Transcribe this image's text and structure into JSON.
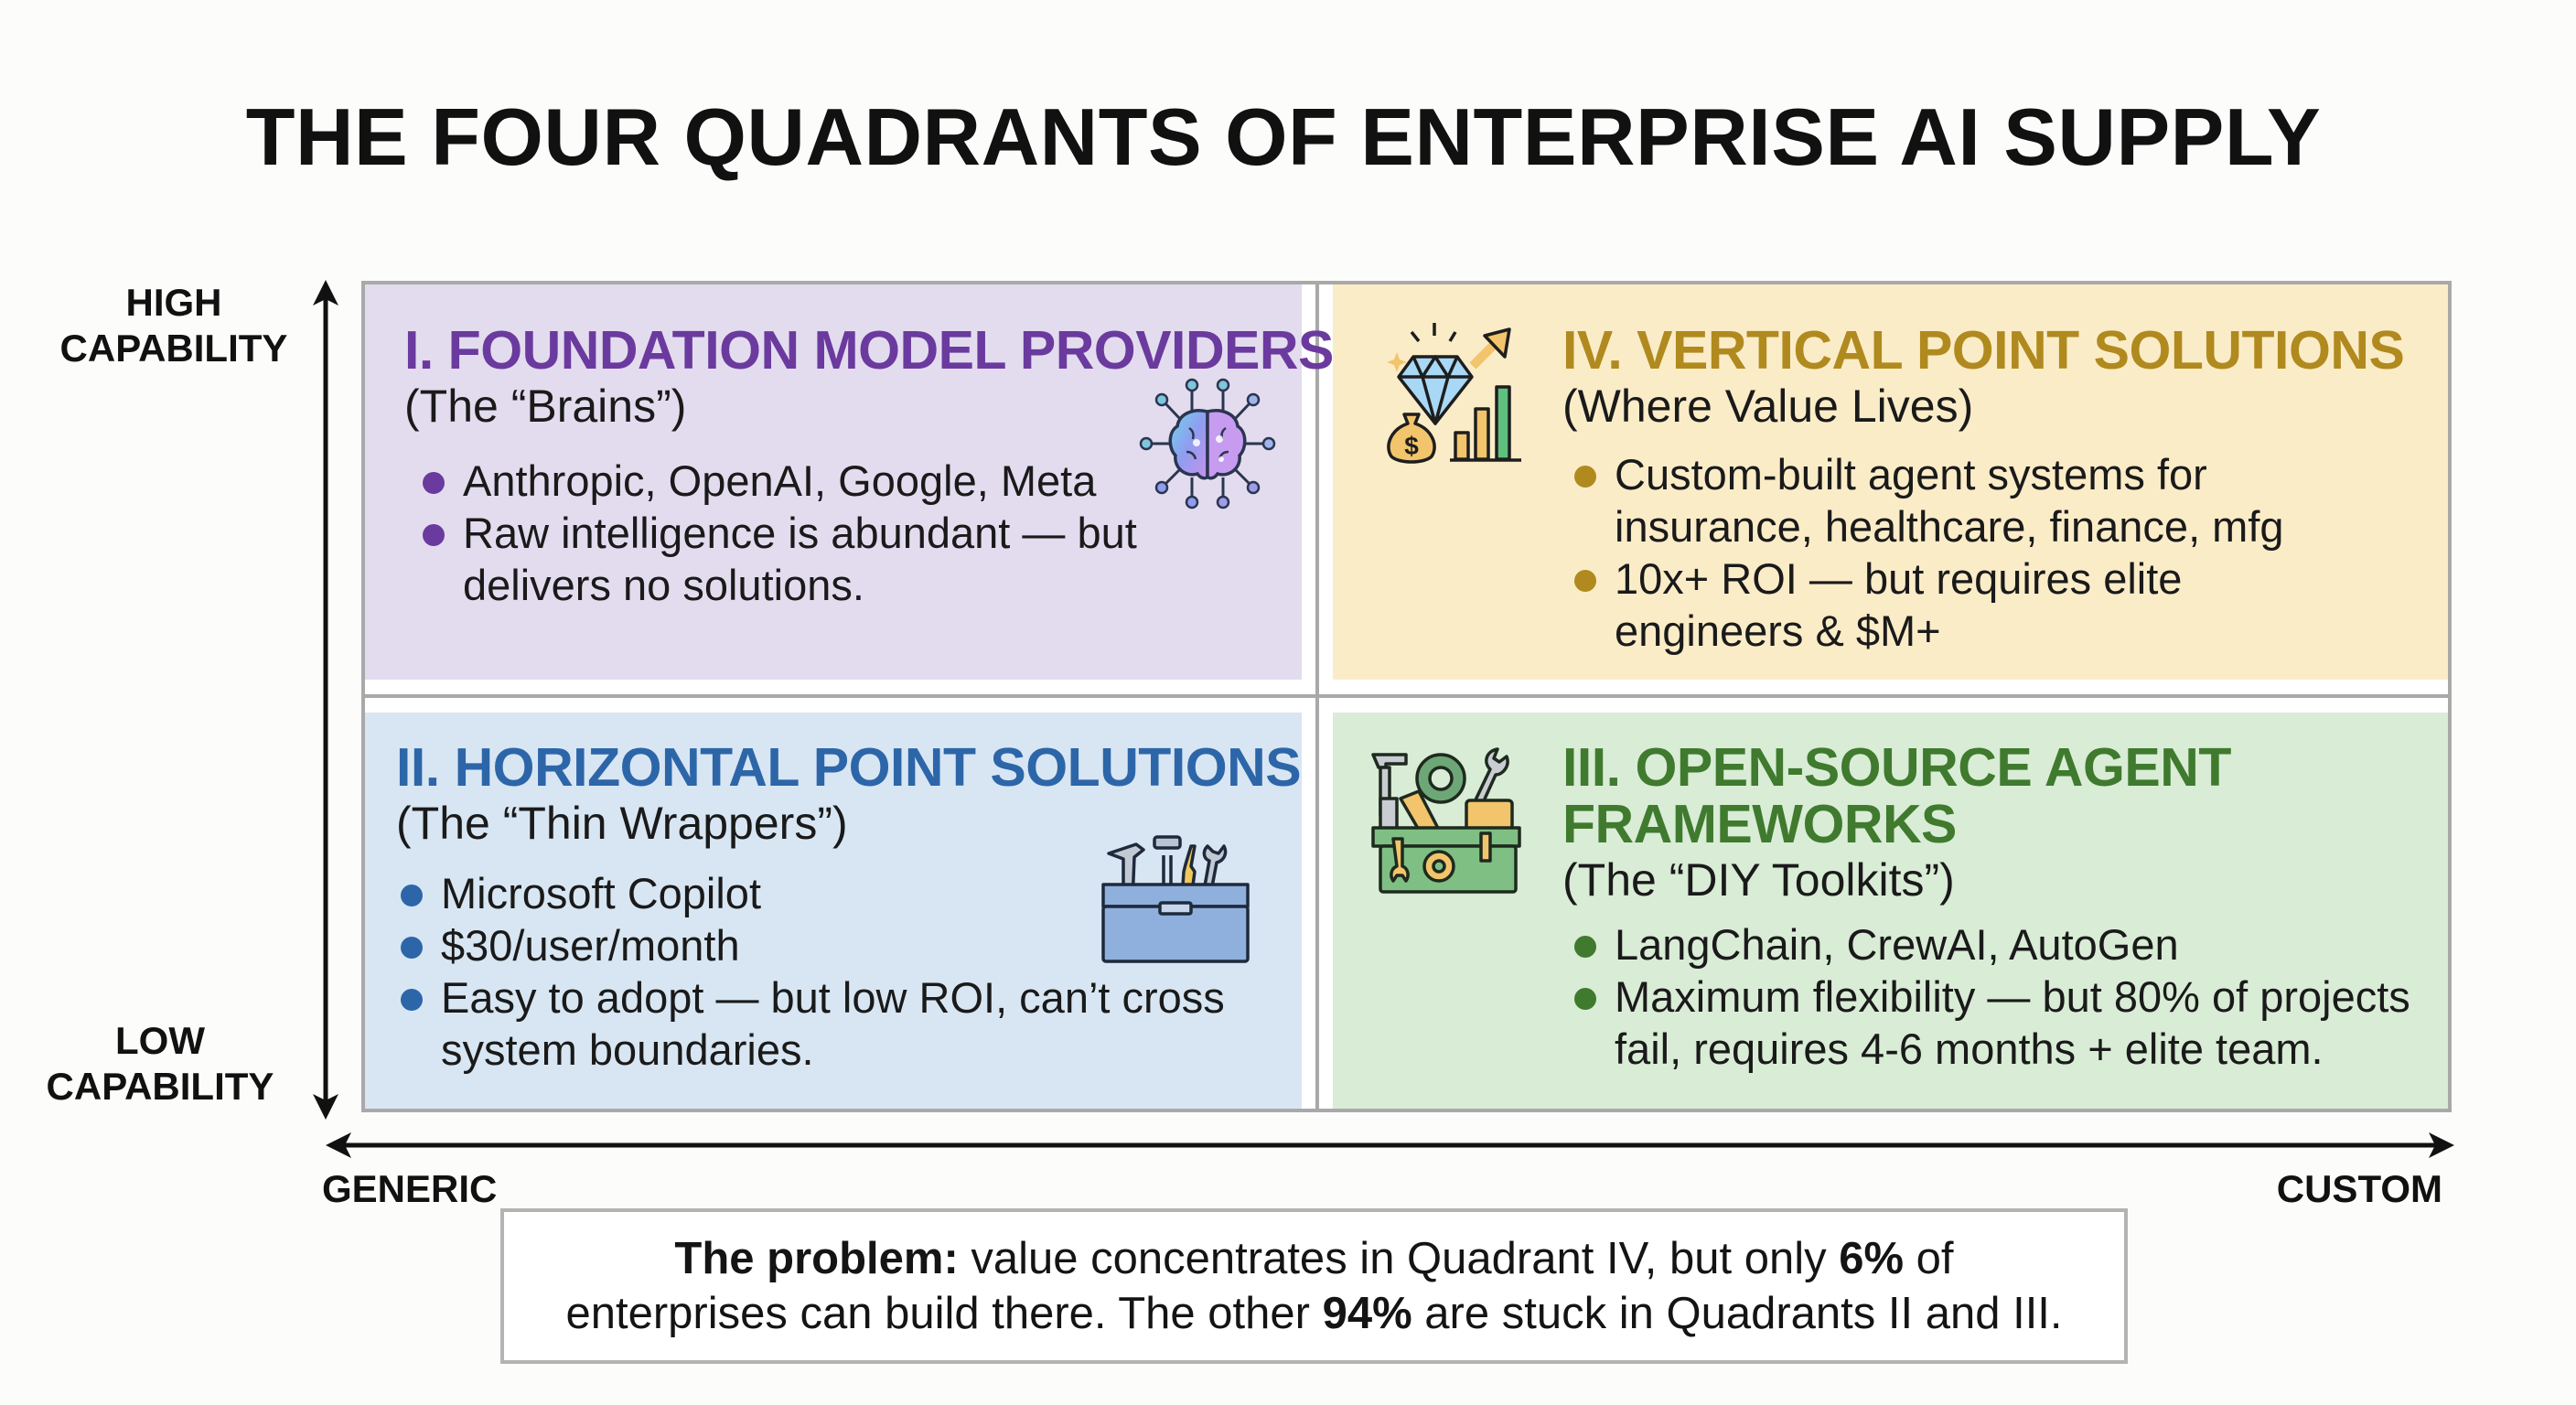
{
  "title": "THE FOUR QUADRANTS OF ENTERPRISE AI SUPPLY",
  "axes": {
    "y_top_label": [
      "HIGH",
      "CAPABILITY"
    ],
    "y_bottom_label": [
      "LOW",
      "CAPABILITY"
    ],
    "x_left_label": "GENERIC",
    "x_right_label": "CUSTOM"
  },
  "colors": {
    "q1_bg": "#e3dcef",
    "q1_accent": "#6b3a9e",
    "q2_bg": "#d8e6f3",
    "q2_accent": "#2d66a8",
    "q3_bg": "#d9ecd6",
    "q3_accent": "#3f7a2e",
    "q4_bg": "#fbecc8",
    "q4_accent": "#b08a1e"
  },
  "quadrants": {
    "q1": {
      "heading": "I. FOUNDATION MODEL PROVIDERS",
      "subtitle": "(The “Brains”)",
      "icon": "brain-network-icon",
      "bullets": [
        [
          "Anthropic, OpenAI, Google, Meta"
        ],
        [
          "Raw intelligence is abundant — but",
          "delivers no solutions."
        ]
      ]
    },
    "q4": {
      "heading": "IV. VERTICAL POINT SOLUTIONS",
      "subtitle": "(Where Value Lives)",
      "icon": "diamond-growth-icon",
      "bullets": [
        [
          "Custom-built agent systems for",
          "insurance, healthcare, finance, mfg"
        ],
        [
          "10x+ ROI — but requires elite",
          "engineers & $M+"
        ]
      ]
    },
    "q2": {
      "heading": "II. HORIZONTAL POINT SOLUTIONS",
      "subtitle": "(The “Thin Wrappers”)",
      "icon": "toolbox-icon",
      "bullets": [
        [
          "Microsoft Copilot"
        ],
        [
          "$30/user/month"
        ],
        [
          "Easy to adopt — but low ROI, can’t cross",
          "system boundaries."
        ]
      ]
    },
    "q3": {
      "heading_lines": [
        "III. OPEN-SOURCE AGENT",
        "FRAMEWORKS"
      ],
      "subtitle": "(The “DIY Toolkits”)",
      "icon": "diy-toolkit-icon",
      "bullets": [
        [
          "LangChain, CrewAI, AutoGen"
        ],
        [
          "Maximum flexibility — but 80% of projects",
          "fail, requires 4-6 months + elite team."
        ]
      ]
    }
  },
  "caption": {
    "bold_lead": "The problem:",
    "part1": " value concentrates in Quadrant IV, but only ",
    "bold_pct1": "6%",
    "part2": " of",
    "line2_part1": "enterprises can build there. The other ",
    "bold_pct2": "94%",
    "line2_part2": " are stuck in Quadrants II and III."
  }
}
